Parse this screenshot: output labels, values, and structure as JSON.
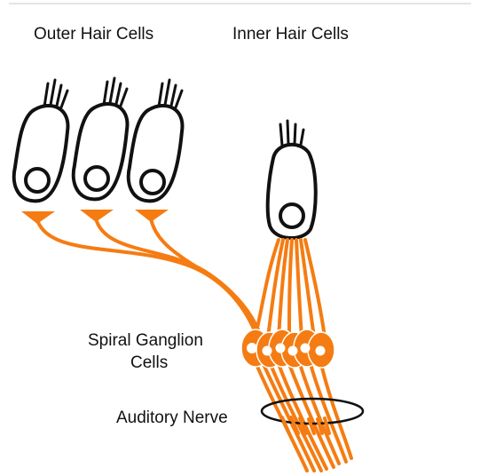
{
  "labels": {
    "outer_hair_cells": "Outer Hair Cells",
    "inner_hair_cells": "Inner Hair Cells",
    "spiral_ganglion_line1": "Spiral Ganglion",
    "spiral_ganglion_line2": "Cells",
    "auditory_nerve": "Auditory Nerve"
  },
  "colors": {
    "neuron": "#f57c12",
    "outline": "#111111",
    "background": "#ffffff"
  }
}
